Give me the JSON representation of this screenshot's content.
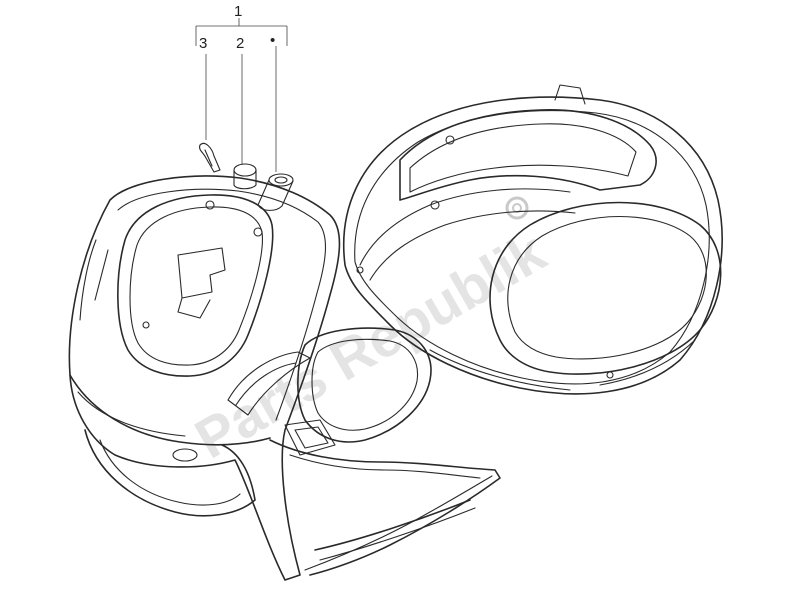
{
  "callouts": {
    "group": "1",
    "left": "3",
    "middle": "2",
    "right_marker": "•"
  },
  "watermark": {
    "text": "Parts Republik"
  }
}
